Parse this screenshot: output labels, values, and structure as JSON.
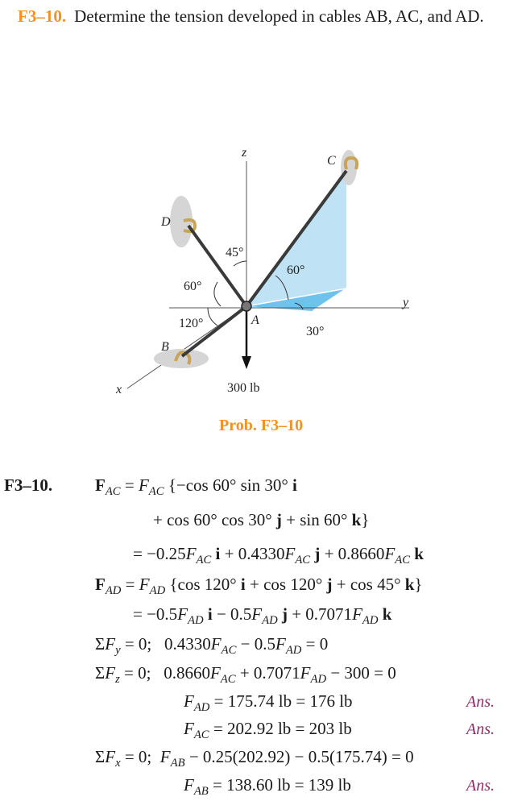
{
  "problem": {
    "number": "F3–10.",
    "text": "Determine the tension developed in cables AB, AC, and AD."
  },
  "figure": {
    "caption": "Prob. F3–10",
    "axis_labels": {
      "z": "z",
      "y": "y",
      "x": "x"
    },
    "point_labels": {
      "A": "A",
      "B": "B",
      "C": "C",
      "D": "D"
    },
    "angles": {
      "a45": "45°",
      "a60_left": "60°",
      "a60_right": "60°",
      "a120": "120°",
      "a30": "30°"
    },
    "load": "300 lb",
    "colors": {
      "shade_light": "#bfe3f5",
      "shade_dark": "#6ec3ec",
      "highlight": "#f29222"
    }
  },
  "solution": {
    "label": "F3–10.",
    "ans_label": "Ans."
  }
}
